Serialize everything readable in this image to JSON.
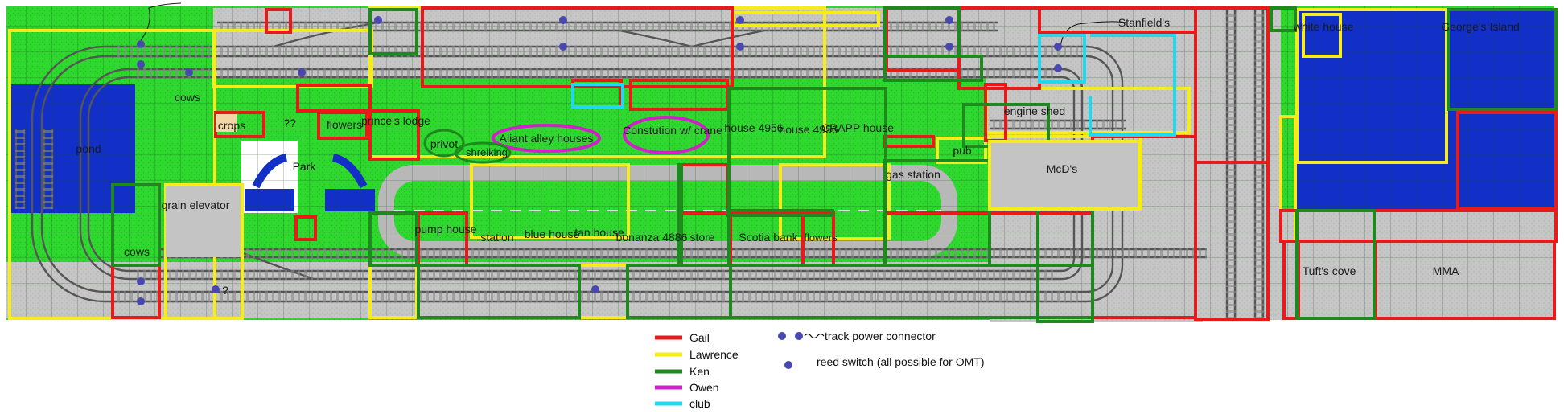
{
  "colors": {
    "gail": "#e81a1a",
    "lawrence": "#f4ec1c",
    "ken": "#1e8a1e",
    "owen": "#d020c8",
    "club": "#22d8ee",
    "grass": "#2ed82e",
    "road": "#c8c8c8",
    "water": "#1230c8",
    "connector": "#4848b0"
  },
  "labels": {
    "cows_top": "cows",
    "pond": "pond",
    "crops": "crops",
    "unknown_plot": "??",
    "flowers_left": "flowers",
    "princes_lodge": "prince's lodge",
    "park": "Park",
    "privot": "privot",
    "shreiking": "shreiking",
    "aliant_alley": "Aliant alley houses",
    "construction": "Constution w/ crane",
    "house_a": "house 4956",
    "house_b": "house 4956",
    "crapp_house": "CRAPP house",
    "stanfields": "Stanfield's",
    "engine_shed": "engine shed",
    "pub": "pub",
    "gas_station": "gas station",
    "mcds": "McD's",
    "white_house": "white house",
    "georges_island": "George's Island",
    "grain_elevator": "grain elevator",
    "cows_bottom": "cows",
    "pump_house": "pump house",
    "station": "station",
    "blue_house": "blue house",
    "tan_house": "tan house",
    "bonanza": "bonanza 4886",
    "store": "store",
    "scotia_bank": "Scotia bank",
    "flowers_right": "flowers",
    "unknown_switch": "?",
    "tufts_cove": "Tuft's cove",
    "mma": "MMA"
  },
  "legend": {
    "owners": [
      {
        "name": "Gail",
        "color": "#e81a1a"
      },
      {
        "name": "Lawrence",
        "color": "#f4ec1c"
      },
      {
        "name": "Ken",
        "color": "#1e8a1e"
      },
      {
        "name": "Owen",
        "color": "#d020c8"
      },
      {
        "name": "club",
        "color": "#22d8ee"
      }
    ],
    "track_power_connector": "track power connector",
    "reed_switch": "reed switch (all possible for OMT)"
  }
}
